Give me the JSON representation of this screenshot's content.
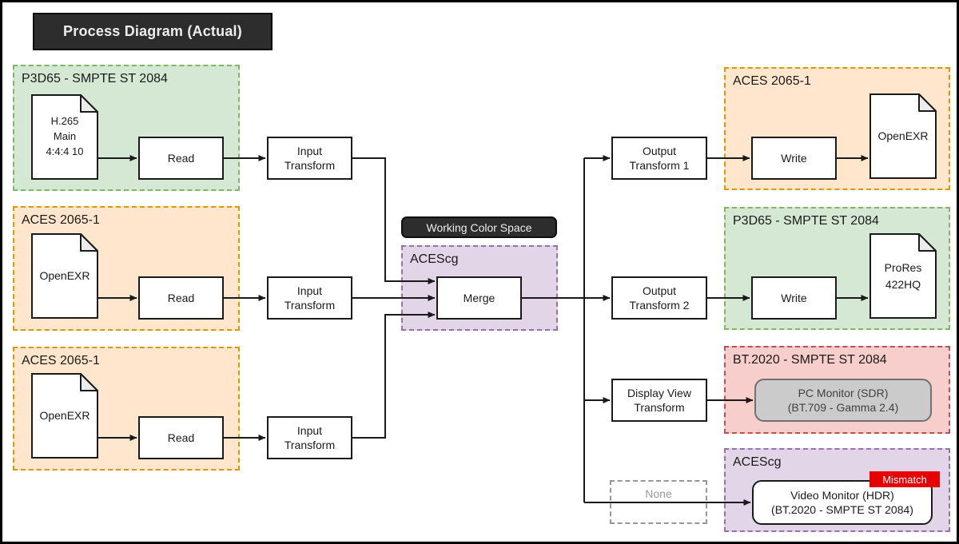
{
  "title": "Process Diagram (Actual)",
  "working_color_space": "Working Color Space",
  "colors": {
    "green_fill": "#d5e8d4",
    "green_stroke": "#82b366",
    "orange_fill": "#ffe6cc",
    "orange_stroke": "#d79b00",
    "purple_fill": "#e1d5e7",
    "purple_stroke": "#9673a6",
    "red_fill": "#f8cecc",
    "red_stroke": "#b85450",
    "dark_fill": "#2d2d2d",
    "mismatch_fill": "#e60000",
    "monitor_fill": "#cbcbcb"
  },
  "inputs": [
    {
      "colorspace": "P3D65 - SMPTE ST 2084",
      "file_lines": [
        "H.265",
        "Main",
        "4:4:4 10"
      ],
      "read": "Read",
      "transform": [
        "Input",
        "Transform"
      ]
    },
    {
      "colorspace": "ACES 2065-1",
      "file_lines": [
        "OpenEXR"
      ],
      "read": "Read",
      "transform": [
        "Input",
        "Transform"
      ]
    },
    {
      "colorspace": "ACES 2065-1",
      "file_lines": [
        "OpenEXR"
      ],
      "read": "Read",
      "transform": [
        "Input",
        "Transform"
      ]
    }
  ],
  "merge": {
    "colorspace": "ACEScg",
    "label": "Merge"
  },
  "outputs": [
    {
      "transform": [
        "Output",
        "Transform 1"
      ],
      "colorspace": "ACES 2065-1",
      "write": "Write",
      "file_lines": [
        "OpenEXR"
      ]
    },
    {
      "transform": [
        "Output",
        "Transform 2"
      ],
      "colorspace": "P3D65 - SMPTE ST 2084",
      "write": "Write",
      "file_lines": [
        "ProRes",
        "422HQ"
      ]
    },
    {
      "transform": [
        "Display View",
        "Transform"
      ],
      "colorspace": "BT.2020 - SMPTE ST 2084",
      "monitor_lines": [
        "PC Monitor (SDR)",
        "(BT.709 - Gamma 2.4)"
      ]
    },
    {
      "none_label": "None",
      "colorspace": "ACEScg",
      "monitor_lines": [
        "Video Monitor (HDR)",
        "(BT.2020 - SMPTE ST 2084)"
      ],
      "badge": "Mismatch"
    }
  ]
}
